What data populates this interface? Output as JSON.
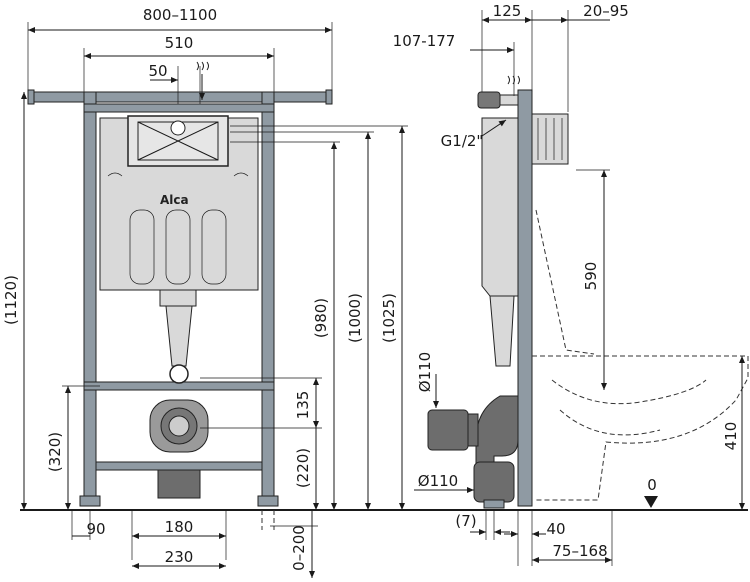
{
  "brand": {
    "logo_text": "Alca"
  },
  "front_view": {
    "width_range": "800–1100",
    "frame_width": "510",
    "offset_50": "50",
    "height_1120": "(1120)",
    "height_980": "(980)",
    "height_1000": "(1000)",
    "height_1025": "(1025)",
    "height_135": "135",
    "height_220": "(220)",
    "height_320": "(320)",
    "bottom_90": "90",
    "bottom_180": "180",
    "bottom_230": "230",
    "floor_range": "0–200"
  },
  "side_view": {
    "depth_125": "125",
    "depth_20_95": "20–95",
    "depth_107_177": "107-177",
    "thread_g12": "G1/2\"",
    "height_590": "590",
    "diam_110_top": "Ø110",
    "diam_110_bottom": "Ø110",
    "height_410": "410",
    "zero_mark": "0",
    "bottom_7": "(7)",
    "bottom_40": "40",
    "bottom_75_168": "75–168"
  }
}
